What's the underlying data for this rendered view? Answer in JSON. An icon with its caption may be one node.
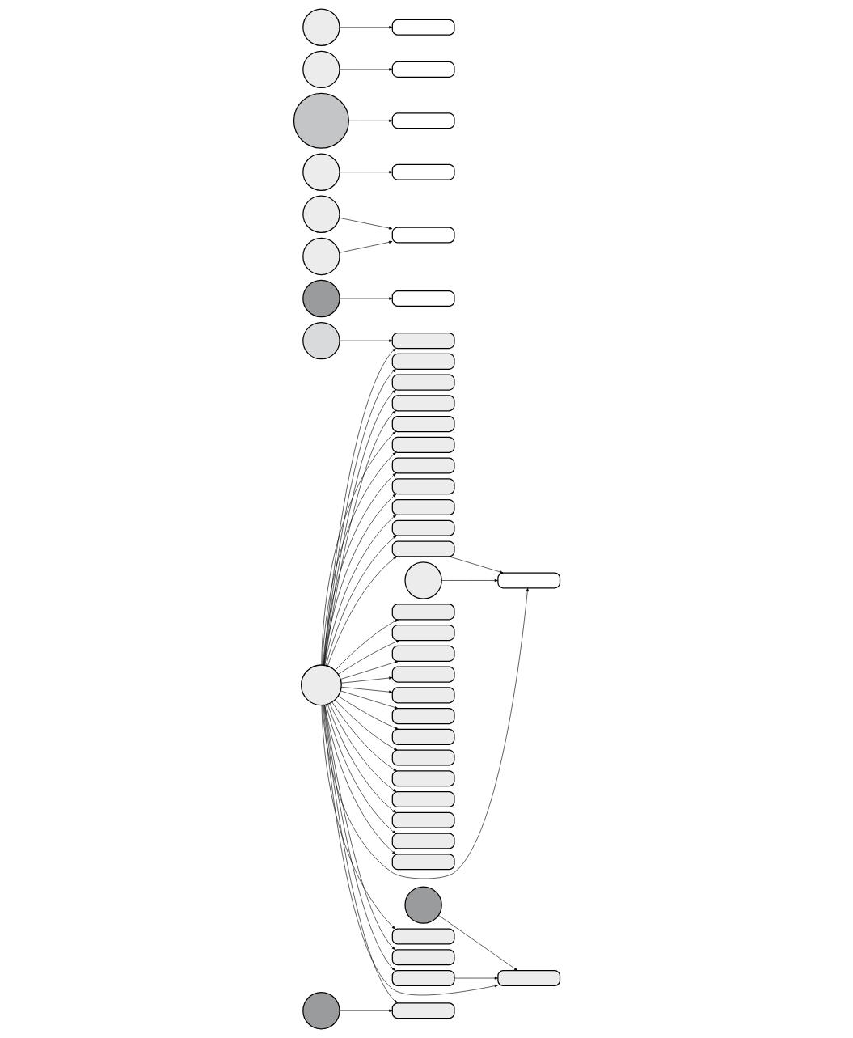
{
  "diagram": {
    "nodes": [
      {
        "text": [],
        "shape": "circle"
      },
      {
        "text": [],
        "shape": "box"
      },
      {
        "text": [],
        "shape": "box"
      },
      {
        "text": [],
        "shape": "box"
      },
      {
        "text": [],
        "shape": "box"
      },
      {
        "text": [],
        "shape": "box"
      },
      {
        "text": [],
        "shape": "circle"
      },
      {
        "text": [],
        "shape": "box"
      },
      {
        "text": [],
        "shape": "box"
      },
      {
        "text": [],
        "shape": "box"
      },
      {
        "text": [],
        "shape": "box"
      },
      {
        "text": [],
        "shape": "box"
      },
      {
        "text": [],
        "shape": "box"
      },
      {
        "text": [],
        "shape": "box"
      },
      {
        "text": [],
        "shape": "box"
      },
      {
        "text": [],
        "shape": "box"
      },
      {
        "text": [],
        "shape": "box"
      },
      {
        "text": [],
        "shape": "box"
      },
      {
        "text": [],
        "shape": "box"
      },
      {
        "text": [],
        "shape": "box"
      },
      {
        "text": [],
        "shape": "box"
      },
      {
        "text": [],
        "shape": "box"
      },
      {
        "text": [],
        "shape": "box"
      },
      {
        "text": [],
        "shape": "box"
      },
      {
        "text": [],
        "shape": "box"
      },
      {
        "text": [],
        "shape": "box"
      },
      {
        "text": [],
        "shape": "box"
      },
      {
        "text": [],
        "shape": "box"
      },
      {
        "text": [],
        "shape": "box"
      },
      {
        "text": [],
        "shape": "box"
      },
      {
        "text": [],
        "shape": "box"
      },
      {
        "text": [],
        "shape": "box"
      },
      {
        "text": [],
        "shape": "circle"
      },
      {
        "text": [],
        "shape": "circle"
      },
      {
        "text": [],
        "shape": "circle"
      },
      {
        "text": [],
        "shape": "box"
      },
      {
        "text": [],
        "shape": "circle"
      },
      {
        "text": [],
        "shape": "box"
      },
      {
        "text": [],
        "shape": "circle"
      },
      {
        "text": [],
        "shape": "circle"
      },
      {
        "text": [],
        "shape": "circle"
      },
      {
        "text": [],
        "shape": "box"
      },
      {
        "text": [],
        "shape": "circle"
      },
      {
        "text": [],
        "shape": "box"
      },
      {
        "text": [],
        "shape": "circle"
      },
      {
        "text": [],
        "shape": "box"
      },
      {
        "text": [],
        "shape": "circle"
      },
      {
        "text": [],
        "shape": "box"
      }
    ],
    "edges": [
      {
        "from": 0,
        "to": 1,
        "arrow": "to"
      },
      {
        "from": 0,
        "to": 2,
        "arrow": "to"
      },
      {
        "from": 0,
        "to": 3,
        "arrow": "to"
      },
      {
        "from": 0,
        "to": 4,
        "arrow": "to"
      },
      {
        "from": 0,
        "to": 5,
        "arrow": "to"
      },
      {
        "from": 0,
        "to": 7,
        "arrow": "to"
      },
      {
        "from": 0,
        "to": 8,
        "arrow": "to"
      },
      {
        "from": 0,
        "to": 9,
        "arrow": "to"
      },
      {
        "from": 0,
        "to": 10,
        "arrow": "to"
      },
      {
        "from": 0,
        "to": 11,
        "arrow": "to"
      },
      {
        "from": 0,
        "to": 12,
        "arrow": "to"
      },
      {
        "from": 0,
        "to": 13,
        "arrow": "to"
      },
      {
        "from": 0,
        "to": 14,
        "arrow": "to"
      },
      {
        "from": 0,
        "to": 15,
        "arrow": "to"
      },
      {
        "from": 0,
        "to": 16,
        "arrow": "to"
      },
      {
        "from": 0,
        "to": 17,
        "arrow": "to"
      },
      {
        "from": 0,
        "to": 18,
        "arrow": "to"
      },
      {
        "from": 0,
        "to": 19,
        "arrow": "to"
      },
      {
        "from": 0,
        "to": 20,
        "arrow": "to"
      },
      {
        "from": 0,
        "to": 21,
        "arrow": "to"
      },
      {
        "from": 0,
        "to": 22,
        "arrow": "to"
      },
      {
        "from": 0,
        "to": 23,
        "arrow": "to"
      },
      {
        "from": 0,
        "to": 24,
        "arrow": "to"
      },
      {
        "from": 0,
        "to": 25,
        "arrow": "to"
      },
      {
        "from": 0,
        "to": 26,
        "arrow": "to"
      },
      {
        "from": 0,
        "to": 27,
        "arrow": "to"
      },
      {
        "from": 0,
        "to": 28,
        "arrow": "to"
      },
      {
        "from": 0,
        "to": 29,
        "arrow": "to"
      },
      {
        "from": 0,
        "to": 30,
        "arrow": "to"
      },
      {
        "from": 0,
        "to": 31,
        "arrow": "to"
      },
      {
        "from": 8,
        "to": 7,
        "arrow": "to"
      },
      {
        "from": 6,
        "to": 7,
        "arrow": "to"
      },
      {
        "from": 23,
        "to": 24,
        "arrow": "to"
      },
      {
        "from": 32,
        "to": 24,
        "arrow": "to"
      },
      {
        "from": 33,
        "to": 25,
        "arrow": "to"
      },
      {
        "from": 34,
        "to": 35,
        "arrow": "to"
      },
      {
        "from": 36,
        "to": 37,
        "arrow": "to"
      },
      {
        "from": 38,
        "to": 37,
        "arrow": "to"
      },
      {
        "from": 39,
        "to": 16,
        "arrow": "to"
      },
      {
        "from": 40,
        "to": 41,
        "arrow": "to"
      },
      {
        "from": 42,
        "to": 43,
        "arrow": "to"
      },
      {
        "from": 44,
        "to": 45,
        "arrow": "to"
      },
      {
        "from": 46,
        "to": 47,
        "arrow": "to"
      }
    ]
  }
}
